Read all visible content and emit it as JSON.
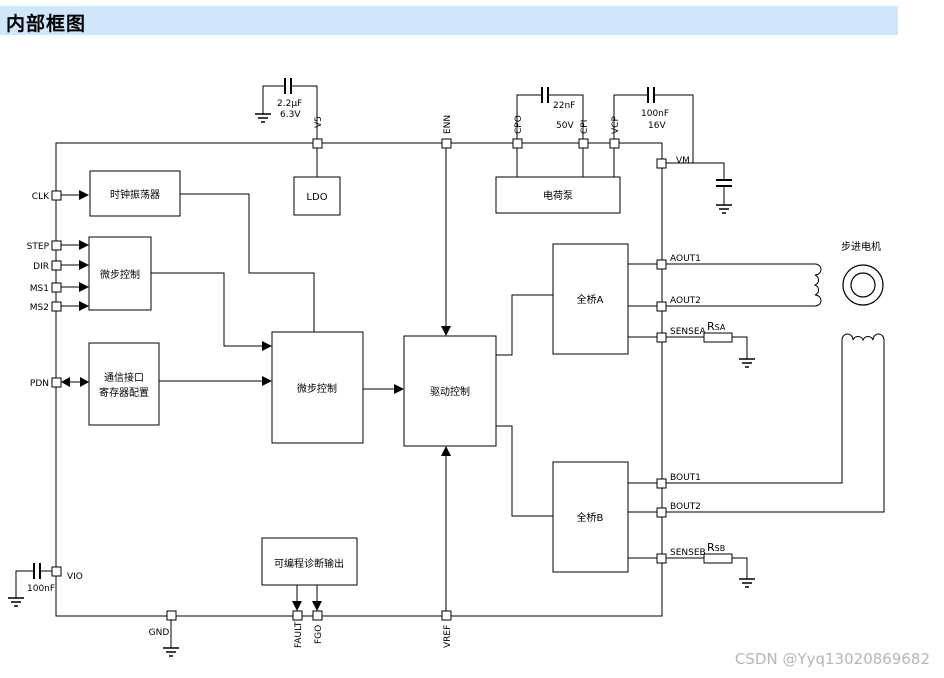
{
  "header": {
    "title": "内部框图"
  },
  "blocks": {
    "oscillator": "时钟振荡器",
    "microstep_io": "微步控制",
    "comm_line1": "通信接口",
    "comm_line2": "寄存器配置",
    "microstep_ctrl": "微步控制",
    "ldo": "LDO",
    "charge_pump": "电荷泵",
    "driver": "驱动控制",
    "bridge_a": "全桥A",
    "bridge_b": "全桥B",
    "diag": "可编程诊断输出"
  },
  "pins": {
    "clk": "CLK",
    "step": "STEP",
    "dir": "DIR",
    "ms1": "MS1",
    "ms2": "MS2",
    "pdn": "PDN",
    "vio": "VIO",
    "gnd": "GND",
    "fault": "FAULT",
    "fgo": "FGO",
    "vref": "VREF",
    "v5": "V5",
    "enn": "ENN",
    "cpo": "CPO",
    "cpi": "CPI",
    "vcp": "VCP",
    "vm": "VM",
    "aout1": "AOUT1",
    "aout2": "AOUT2",
    "sensea": "SENSEA",
    "bout1": "BOUT1",
    "bout2": "BOUT2",
    "senseb": "SENSEB"
  },
  "components": {
    "cap_v5_value": "2.2µF",
    "cap_v5_rating": "6.3V",
    "cap_cp_value": "22nF",
    "cap_cp_rating": "50V",
    "cap_vcp_value": "100nF",
    "cap_vcp_rating": "16V",
    "cap_vio_value": "100nF",
    "rsa_main": "R",
    "rsa_sub": "SA",
    "rsb_main": "R",
    "rsb_sub": "SB"
  },
  "motor": {
    "label": "步进电机"
  },
  "watermark": "CSDN @Yyq13020869682"
}
